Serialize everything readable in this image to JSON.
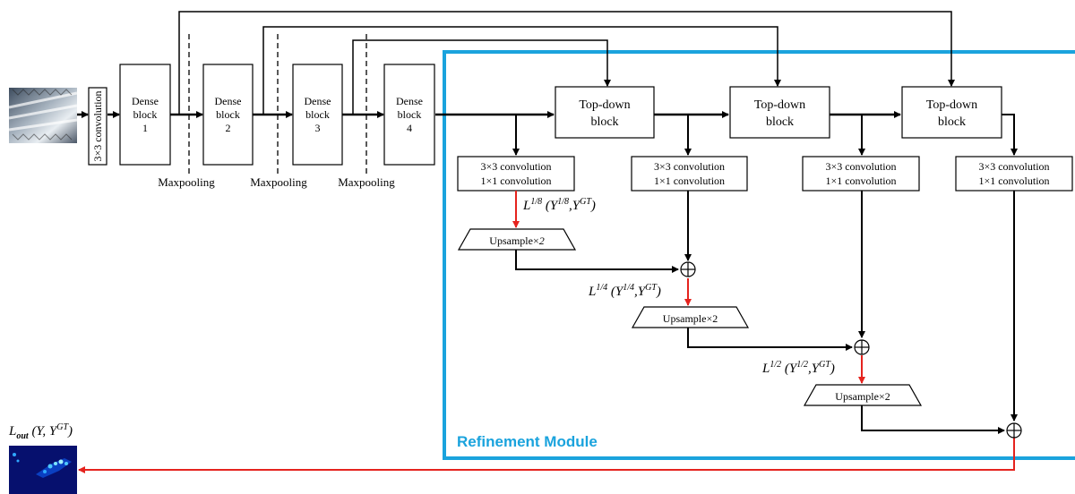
{
  "conv3x3_label": "3×3 convolution",
  "dense_blocks": [
    {
      "line1": "Dense",
      "line2": "block",
      "line3": "1"
    },
    {
      "line1": "Dense",
      "line2": "block",
      "line3": "2"
    },
    {
      "line1": "Dense",
      "line2": "block",
      "line3": "3"
    },
    {
      "line1": "Dense",
      "line2": "block",
      "line3": "4"
    }
  ],
  "maxpooling_label": "Maxpooling",
  "topdown_blocks": [
    {
      "line1": "Top-down",
      "line2": "block"
    },
    {
      "line1": "Top-down",
      "line2": "block"
    },
    {
      "line1": "Top-down",
      "line2": "block"
    }
  ],
  "conv_boxes": [
    {
      "line1": "3×3  convolution",
      "line2": "1×1  convolution"
    },
    {
      "line1": "3×3  convolution",
      "line2": "1×1  convolution"
    },
    {
      "line1": "3×3  convolution",
      "line2": "1×1  convolution"
    },
    {
      "line1": "3×3  convolution",
      "line2": "1×1  convolution"
    }
  ],
  "upsample_labels": [
    "Upsample×",
    "Upsample×2",
    "Upsample×2"
  ],
  "upsample_first_factor": "2",
  "losses": [
    {
      "base": "L",
      "sup": "1/8",
      "open": " (Y",
      "ysup": "1/8",
      "mid": ",Y",
      "gt": "GT",
      "close": ")"
    },
    {
      "base": "L",
      "sup": "1/4",
      "open": " (Y",
      "ysup": "1/4",
      "mid": ",Y",
      "gt": "GT",
      "close": ")"
    },
    {
      "base": "L",
      "sup": "1/2",
      "open": " (Y",
      "ysup": "1/2",
      "mid": ",Y",
      "gt": "GT",
      "close": ")"
    }
  ],
  "output_loss": {
    "base": "L",
    "sub": "out",
    "open": " (Y, Y",
    "gt": "GT",
    "close": ")"
  },
  "refinement_module_label": "Refinement Module",
  "colors": {
    "refinement_border": "#1aa3dd",
    "loss_arrow": "#e5231e",
    "line": "#000000",
    "refinement_text": "#1aa3dd"
  }
}
